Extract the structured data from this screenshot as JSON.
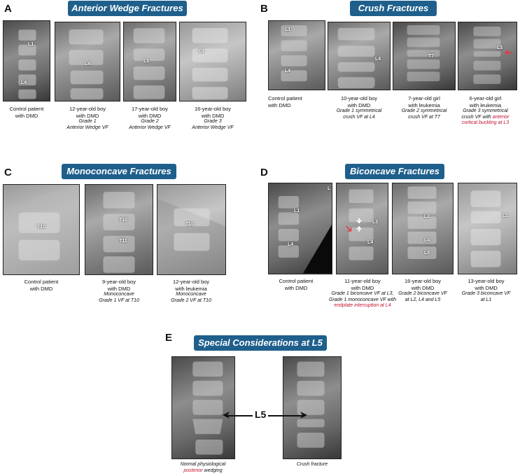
{
  "panels": {
    "A": {
      "letter": "A",
      "title": "Anterior Wedge Fractures",
      "images": [
        {
          "labels": [
            "L1",
            "L4"
          ],
          "caption": [
            "Control patient",
            "with DMD"
          ],
          "sub": []
        },
        {
          "labels": [
            "L4"
          ],
          "caption": [
            "12-year-old boy",
            "with DMD"
          ],
          "sub": [
            "Grade 1",
            "Anterior Wedge VF"
          ]
        },
        {
          "labels": [
            "L1"
          ],
          "caption": [
            "17-year-old boy",
            "with DMD"
          ],
          "sub": [
            "Grade 2",
            "Anterior Wedge VF"
          ]
        },
        {
          "labels": [
            "L1"
          ],
          "caption": [
            "16-year-old boy",
            "with DMD"
          ],
          "sub": [
            "Grade 3",
            "Anterior Wedge VF"
          ]
        }
      ]
    },
    "B": {
      "letter": "B",
      "title": "Crush Fractures",
      "images": [
        {
          "labels": [
            "L1",
            "L4"
          ],
          "caption": [
            "Control patient",
            "with DMD"
          ],
          "sub": []
        },
        {
          "labels": [
            "L4"
          ],
          "caption": [
            "10-year-old boy",
            "with DMD"
          ],
          "sub": [
            "Grade 1 symmetrical",
            "crush VF at L4"
          ]
        },
        {
          "labels": [
            "T7"
          ],
          "caption": [
            "7-year-old girl",
            "with leukemia"
          ],
          "sub": [
            "Grade 2 symmetrical",
            "crush VF at T7"
          ]
        },
        {
          "labels": [
            "L3"
          ],
          "caption": [
            "6-year-old girl",
            "with leukemia"
          ],
          "sub": [
            "Grade 3 symmetrical",
            "crush VF with"
          ],
          "red": [
            "anterior",
            "cortical buckling at L3"
          ]
        }
      ]
    },
    "C": {
      "letter": "C",
      "title": "Monoconcave Fractures",
      "images": [
        {
          "labels": [
            "T10"
          ],
          "caption": [
            "Control patient",
            "with DMD"
          ],
          "sub": []
        },
        {
          "labels": [
            "T10",
            "T11"
          ],
          "caption": [
            "9-year-old boy",
            "with DMD"
          ],
          "sub": [
            "Monoconcave",
            "Grade 1 VF at T10"
          ]
        },
        {
          "labels": [
            "T10"
          ],
          "caption": [
            "12-year-old boy",
            "with leukemia"
          ],
          "sub": [
            "Monoconcave",
            "Grade 2 VF at T10"
          ]
        }
      ]
    },
    "D": {
      "letter": "D",
      "title": "Biconcave Fractures",
      "images": [
        {
          "labels": [
            "L",
            "L1",
            "L4"
          ],
          "caption": [
            "Control patient",
            "with DMD"
          ],
          "sub": []
        },
        {
          "labels": [
            "L3",
            "L4"
          ],
          "caption": [
            "11-year-old boy",
            "with DMD"
          ],
          "sub": [
            "Grade 1 biconcave VF at L3,",
            "Grade 1 monoconcave VF with"
          ],
          "red": [
            "endplate interruption at L4"
          ]
        },
        {
          "labels": [
            "L2",
            "L4",
            "L5"
          ],
          "caption": [
            "16-year-old boy",
            "with DMD"
          ],
          "sub": [
            "Grade 2 biconcave VF",
            "at L2, L4 and L5"
          ]
        },
        {
          "labels": [
            "L1"
          ],
          "caption": [
            "13-year-old boy",
            "with DMD"
          ],
          "sub": [
            "Grade 3 biconcave VF",
            "at L1"
          ]
        }
      ]
    },
    "E": {
      "letter": "E",
      "title": "Special Considerations at L5",
      "center_label": "L5",
      "images": [
        {
          "sub_prefix": "Normal physiological",
          "red": "posterior",
          "sub_suffix": "wedging"
        },
        {
          "sub_prefix": "Crush fracture"
        }
      ]
    }
  }
}
